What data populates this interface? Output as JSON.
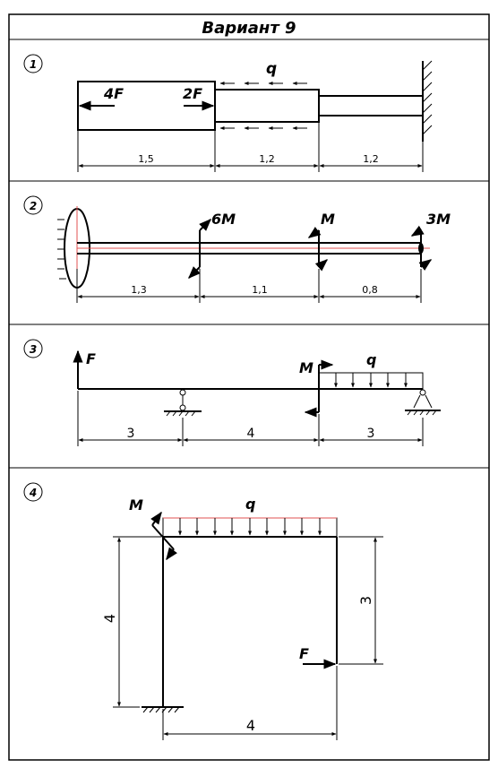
{
  "title": "Вариант 9",
  "problems": [
    {
      "number": "1",
      "labels": {
        "force_a": "4F",
        "force_b": "2F",
        "load": "q"
      },
      "dims": [
        "1,5",
        "1,2",
        "1,2"
      ]
    },
    {
      "number": "2",
      "labels": {
        "m1": "6M",
        "m2": "M",
        "m3": "3M"
      },
      "dims": [
        "1,3",
        "1,1",
        "0,8"
      ]
    },
    {
      "number": "3",
      "labels": {
        "force": "F",
        "moment": "M",
        "load": "q"
      },
      "dims": [
        "3",
        "4",
        "3"
      ]
    },
    {
      "number": "4",
      "labels": {
        "moment": "M",
        "load": "q",
        "force": "F"
      },
      "dims": {
        "height_left": "4",
        "height_right": "3",
        "width": "4"
      }
    }
  ],
  "colors": {
    "line": "#000000",
    "accent": "#e05050"
  }
}
